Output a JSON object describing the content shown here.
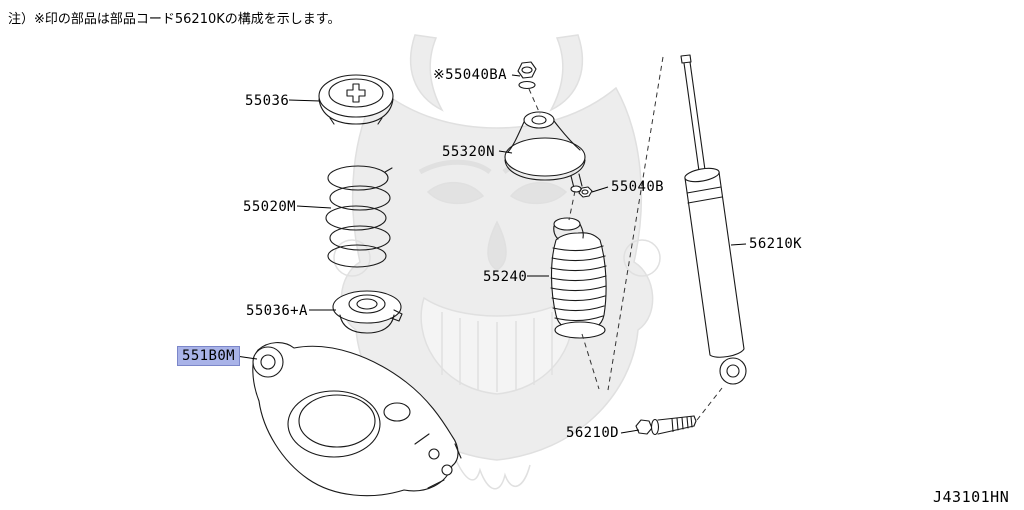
{
  "note": "注）※印の部品は部品コード56210Kの構成を示します。",
  "diagram_code": "J43101HN",
  "highlight_color": "#a9b3e8",
  "parts": [
    {
      "label": "55036"
    },
    {
      "label": "55020M"
    },
    {
      "label": "55036+A"
    },
    {
      "label": "551B0M",
      "highlighted": true
    },
    {
      "label": "※55040BA"
    },
    {
      "label": "55320N"
    },
    {
      "label": "55040B"
    },
    {
      "label": "55240"
    },
    {
      "label": "56210K"
    },
    {
      "label": "56210D"
    }
  ]
}
